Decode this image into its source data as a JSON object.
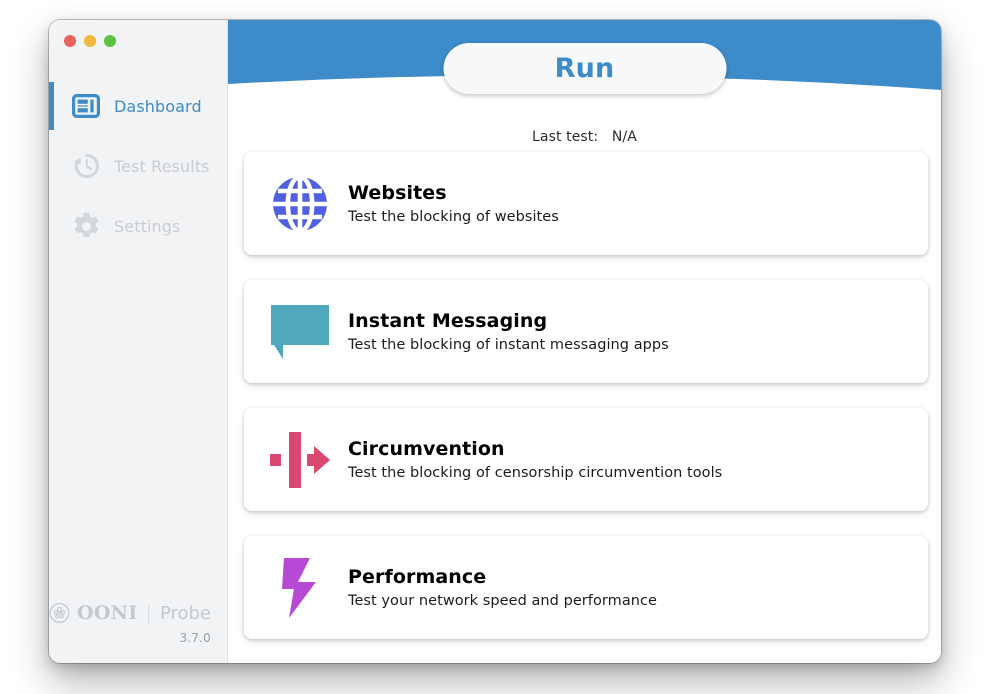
{
  "window": {
    "traffic_lights": [
      {
        "name": "close-button",
        "color": "#e8645a"
      },
      {
        "name": "minimize-button",
        "color": "#f4b73e"
      },
      {
        "name": "maximize-button",
        "color": "#5cc246"
      }
    ]
  },
  "sidebar": {
    "items": [
      {
        "label": "Dashboard",
        "icon": "dashboard-icon",
        "state": "active"
      },
      {
        "label": "Test Results",
        "icon": "history-clock-icon",
        "state": "inactive"
      },
      {
        "label": "Settings",
        "icon": "gear-icon",
        "state": "inactive"
      }
    ],
    "footer": {
      "logo_icon": "ooni-logo-icon",
      "brand": "OONI",
      "separator": "|",
      "product": "Probe",
      "version": "3.7.0"
    }
  },
  "header": {
    "background_color": "#3d8bc9",
    "run_label": "Run",
    "last_test_label": "Last test:",
    "last_test_value": "N/A"
  },
  "cards": [
    {
      "title": "Websites",
      "description": "Test the blocking of websites",
      "icon": "globe-icon",
      "icon_color": "#5160e0"
    },
    {
      "title": "Instant Messaging",
      "description": "Test the blocking of instant messaging apps",
      "icon": "speech-bubble-icon",
      "icon_color": "#4fa8bb"
    },
    {
      "title": "Circumvention",
      "description": "Test the blocking of censorship circumvention tools",
      "icon": "circumvention-arrow-icon",
      "icon_color": "#d9466f"
    },
    {
      "title": "Performance",
      "description": "Test your network speed and performance",
      "icon": "lightning-bolt-icon",
      "icon_color": "#b74ad4"
    }
  ]
}
